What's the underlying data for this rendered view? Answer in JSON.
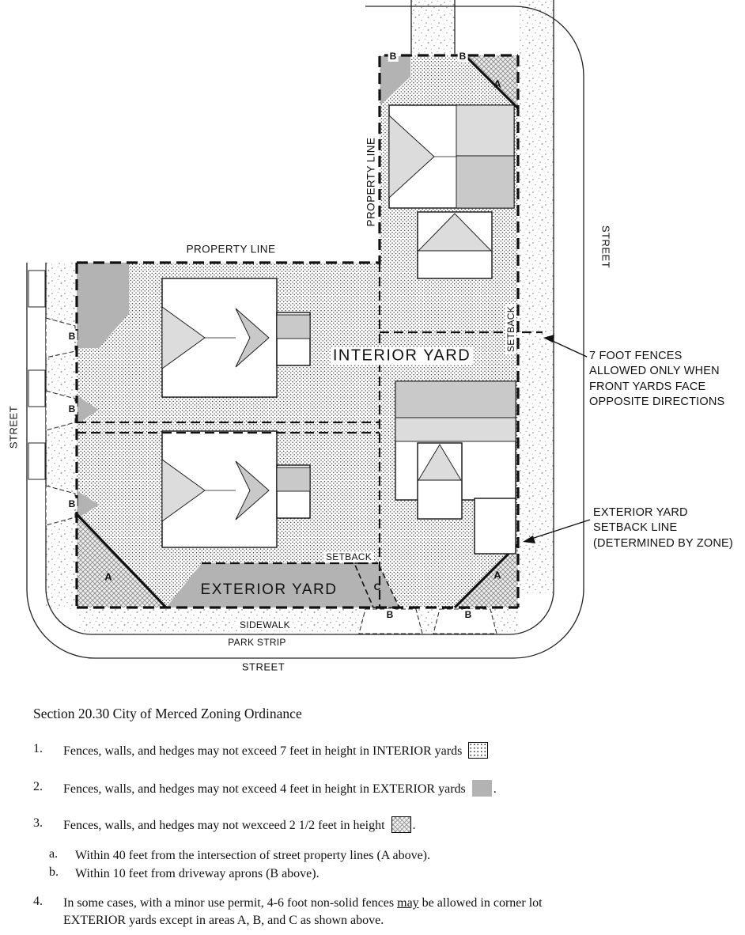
{
  "diagram": {
    "labels": {
      "street_right": "STREET",
      "street_left": "STREET",
      "street_bottom": "STREET",
      "property_line_top": "PROPERTY LINE",
      "property_line_left": "PROPERTY LINE",
      "interior_yard": "INTERIOR YARD",
      "exterior_yard": "EXTERIOR YARD",
      "setback_bottom": "SETBACK",
      "setback_right": "SETBACK",
      "sidewalk": "SIDEWALK",
      "park_strip": "PARK STRIP",
      "area_a": "A",
      "area_b": "B",
      "area_c": "C"
    },
    "annotations": {
      "fences": [
        "7 FOOT FENCES",
        "ALLOWED ONLY WHEN",
        "FRONT YARDS FACE",
        "OPPOSITE DIRECTIONS"
      ],
      "setback_line": [
        "EXTERIOR YARD",
        "SETBACK LINE",
        "(DETERMINED BY ZONE)"
      ]
    },
    "colors": {
      "exterior_yard_gray": "#b3b3b3",
      "roof_light": "#dcdcdc",
      "roof_mid": "#c9c9c9",
      "line": "#111111"
    }
  },
  "ordinance": {
    "title": "Section 20.30 City of Merced Zoning Ordinance",
    "item1": {
      "num": "1.",
      "text": "Fences, walls, and hedges may not exceed 7 feet in height in INTERIOR yards",
      "suffix": ""
    },
    "item2": {
      "num": "2.",
      "text": "Fences, walls, and hedges may not exceed 4 feet in height in EXTERIOR yards",
      "suffix": "."
    },
    "item3": {
      "num": "3.",
      "text": "Fences, walls, and hedges may not wexceed 2 1/2 feet in height",
      "suffix": "."
    },
    "sub_a": {
      "num": "a.",
      "text": "Within 40 feet from the intersection of street property lines (A above)."
    },
    "sub_b": {
      "num": "b.",
      "text": "Within 10 feet from driveway aprons (B above)."
    },
    "item4": {
      "num": "4.",
      "text_before": "In some cases, with a minor use permit, 4-6 foot non-solid fences ",
      "underlined": "may",
      "text_after": " be allowed in corner lot EXTERIOR yards except in areas A, B, and C as shown above."
    }
  }
}
